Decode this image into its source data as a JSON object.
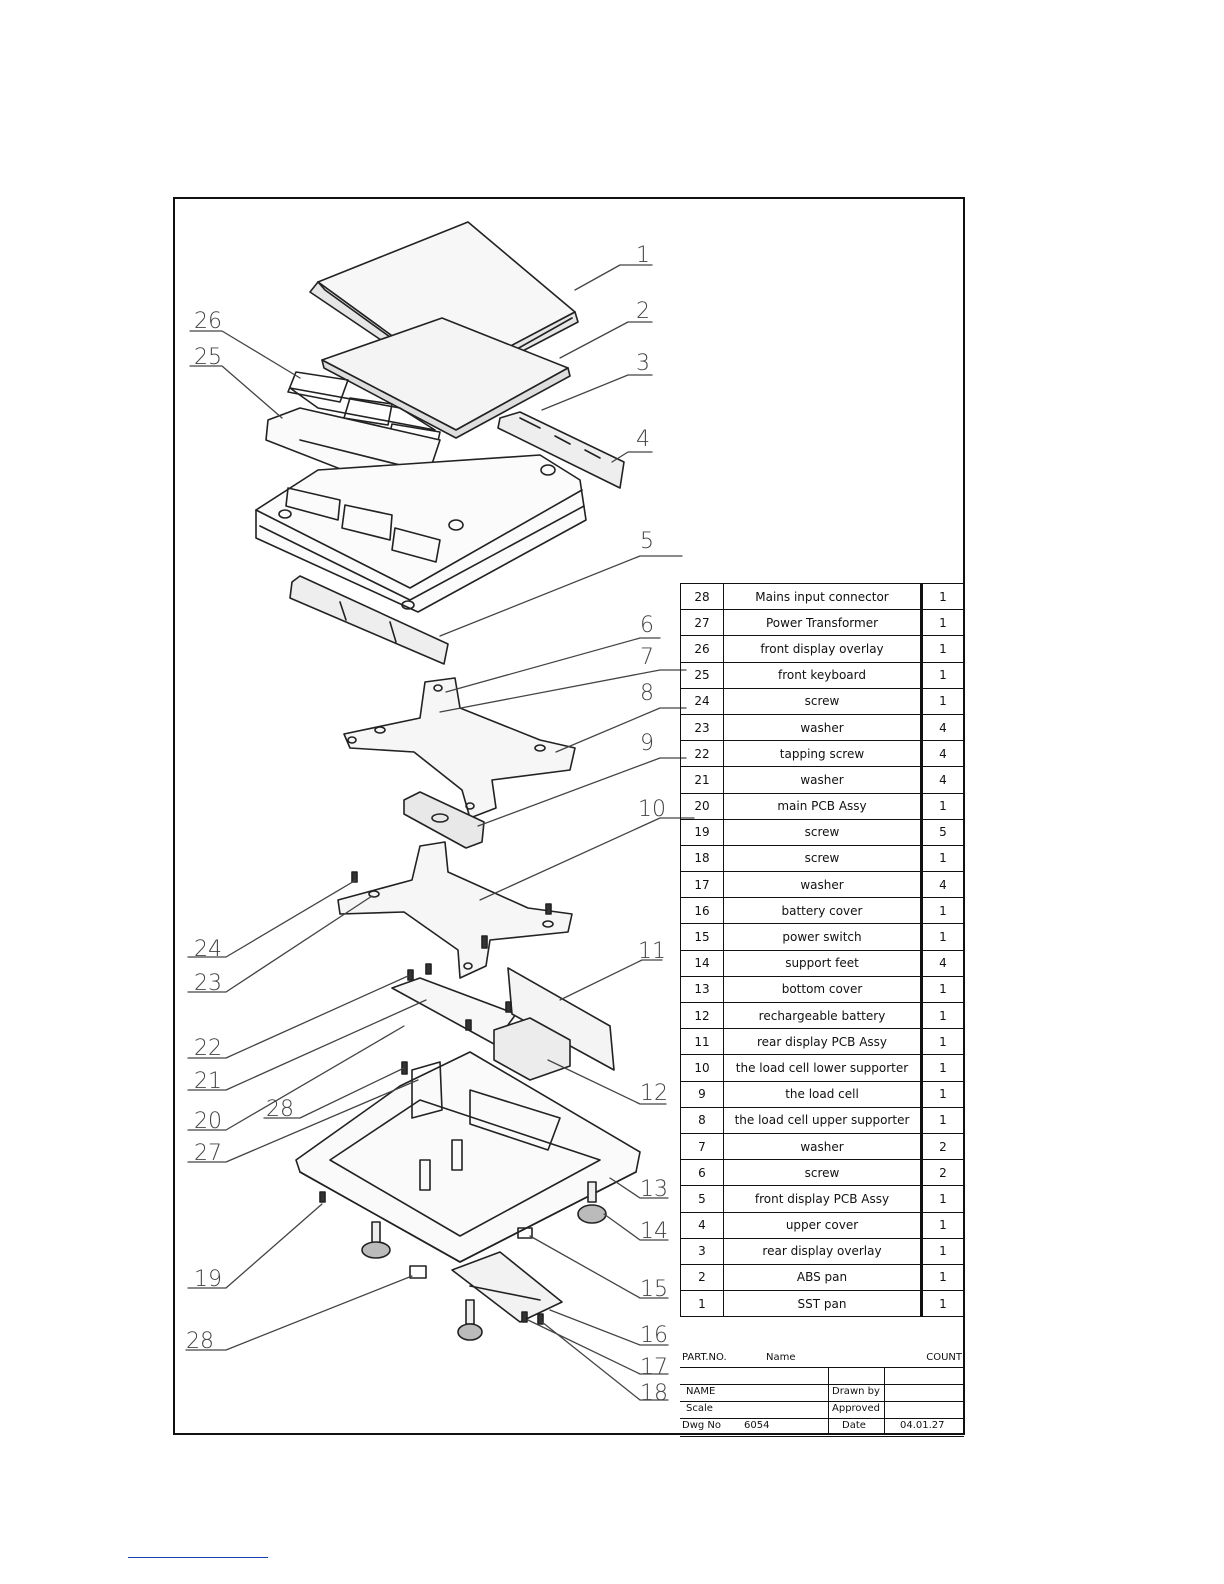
{
  "callouts": [
    "1",
    "2",
    "3",
    "4",
    "5",
    "6",
    "7",
    "8",
    "9",
    "10",
    "11",
    "12",
    "13",
    "14",
    "15",
    "16",
    "17",
    "18",
    "19",
    "20",
    "21",
    "22",
    "23",
    "24",
    "25",
    "26",
    "27",
    "28",
    "28"
  ],
  "parts_list": [
    {
      "no": "28",
      "name": "Mains input connector",
      "count": "1"
    },
    {
      "no": "27",
      "name": "Power Transformer",
      "count": "1"
    },
    {
      "no": "26",
      "name": "front display overlay",
      "count": "1"
    },
    {
      "no": "25",
      "name": "front keyboard",
      "count": "1"
    },
    {
      "no": "24",
      "name": "screw",
      "count": "1"
    },
    {
      "no": "23",
      "name": "washer",
      "count": "4"
    },
    {
      "no": "22",
      "name": "tapping screw",
      "count": "4"
    },
    {
      "no": "21",
      "name": "washer",
      "count": "4"
    },
    {
      "no": "20",
      "name": "main PCB Assy",
      "count": "1"
    },
    {
      "no": "19",
      "name": "screw",
      "count": "5"
    },
    {
      "no": "18",
      "name": "screw",
      "count": "1"
    },
    {
      "no": "17",
      "name": "washer",
      "count": "4"
    },
    {
      "no": "16",
      "name": "battery cover",
      "count": "1"
    },
    {
      "no": "15",
      "name": "power switch",
      "count": "1"
    },
    {
      "no": "14",
      "name": "support feet",
      "count": "4"
    },
    {
      "no": "13",
      "name": "bottom cover",
      "count": "1"
    },
    {
      "no": "12",
      "name": "rechargeable battery",
      "count": "1"
    },
    {
      "no": "11",
      "name": "rear display PCB Assy",
      "count": "1"
    },
    {
      "no": "10",
      "name": "the load cell lower supporter",
      "count": "1"
    },
    {
      "no": "9",
      "name": "the load cell",
      "count": "1"
    },
    {
      "no": "8",
      "name": "the load cell upper supporter",
      "count": "1"
    },
    {
      "no": "7",
      "name": "washer",
      "count": "2"
    },
    {
      "no": "6",
      "name": "screw",
      "count": "2"
    },
    {
      "no": "5",
      "name": "front display PCB Assy",
      "count": "1"
    },
    {
      "no": "4",
      "name": "upper cover",
      "count": "1"
    },
    {
      "no": "3",
      "name": "rear display overlay",
      "count": "1"
    },
    {
      "no": "2",
      "name": "ABS pan",
      "count": "1"
    },
    {
      "no": "1",
      "name": "SST pan",
      "count": "1"
    }
  ],
  "parts_header": {
    "part_no": "PART.NO.",
    "name": "Name",
    "count": "COUNT"
  },
  "title_block": {
    "name_label": "NAME",
    "drawn_by_label": "Drawn by",
    "scale_label": "Scale",
    "approved_label": "Approved",
    "dwg_no_label": "Dwg No",
    "dwg_no": "6054",
    "date_label": "Date",
    "date": "04.01.27"
  }
}
